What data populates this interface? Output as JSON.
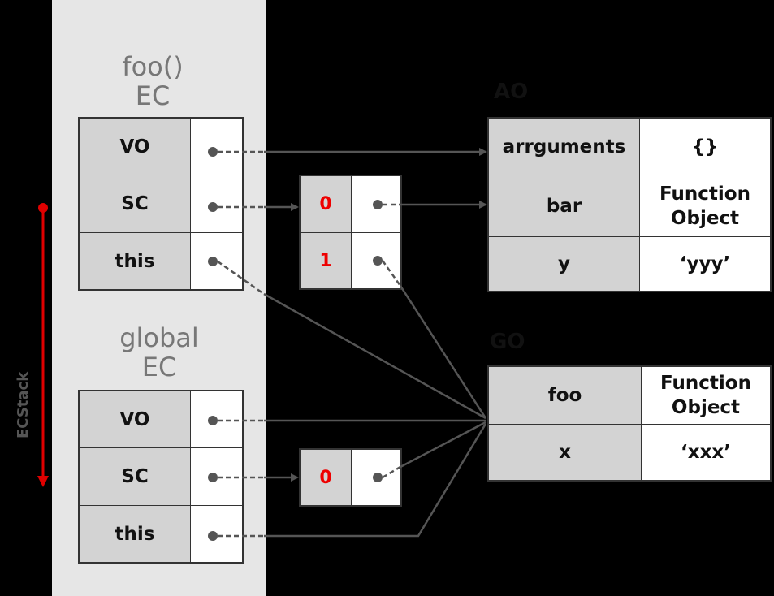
{
  "foo_ec": {
    "title_line1": "foo()",
    "title_line2": "EC",
    "rows": [
      {
        "key": "VO"
      },
      {
        "key": "SC"
      },
      {
        "key": "this"
      }
    ]
  },
  "global_ec": {
    "title_line1": "global",
    "title_line2": "EC",
    "rows": [
      {
        "key": "VO"
      },
      {
        "key": "SC"
      },
      {
        "key": "this"
      }
    ]
  },
  "foo_scope_chain": {
    "indices": [
      "0",
      "1"
    ]
  },
  "global_scope_chain": {
    "indices": [
      "0"
    ]
  },
  "ao": {
    "label": "AO",
    "rows": [
      {
        "key": "arrguments",
        "value": "{}"
      },
      {
        "key": "bar",
        "value": "Function\nObject"
      },
      {
        "key": "y",
        "value": "‘yyy’"
      }
    ]
  },
  "go": {
    "label": "GO",
    "rows": [
      {
        "key": "foo",
        "value": "Function\nObject"
      },
      {
        "key": "x",
        "value": "‘xxx’"
      }
    ]
  },
  "stack_label": "ECStack",
  "colors": {
    "stack_arrow": "#e00000",
    "wire": "#555555",
    "key_fill": "#d3d3d3"
  }
}
